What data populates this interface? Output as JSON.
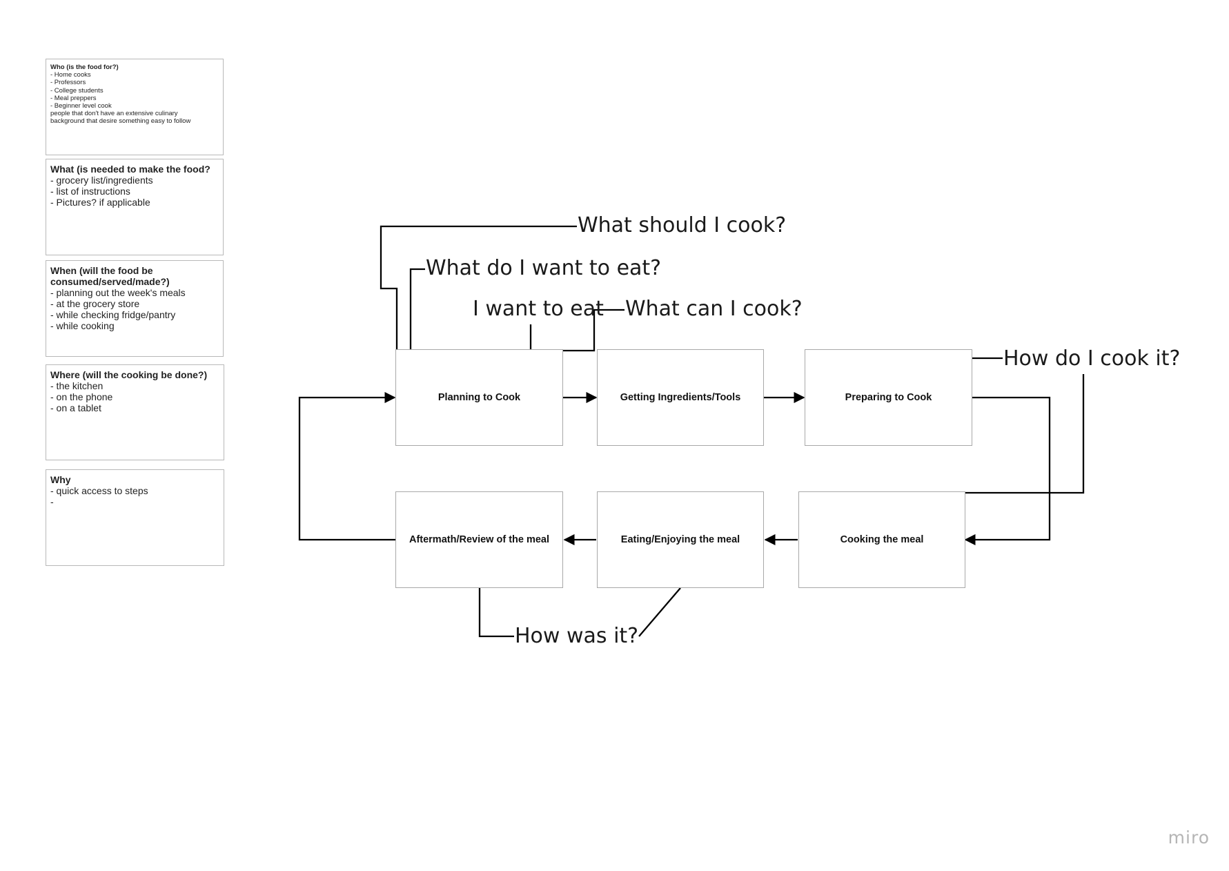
{
  "notes": {
    "who": {
      "title": "Who (is the food for?)",
      "lines": [
        "- Home cooks",
        "- Professors",
        "- College students",
        "- Meal preppers",
        "- Beginner level cook",
        "people that don't have an extensive culinary",
        "background that desire something easy to follow"
      ]
    },
    "what": {
      "title": "What (is needed to make the food?",
      "lines": [
        "- grocery list/ingredients",
        "- list of instructions",
        "- Pictures? if applicable"
      ]
    },
    "when": {
      "title": "When (will the food be consumed/served/made?)",
      "lines": [
        "- planning out the week's meals",
        "- at the grocery store",
        "- while checking fridge/pantry",
        "- while cooking"
      ]
    },
    "where": {
      "title": "Where (will the cooking be done?)",
      "lines": [
        "- the kitchen",
        "- on the phone",
        "- on a tablet"
      ]
    },
    "why": {
      "title": "Why",
      "lines": [
        "- quick access to steps",
        "-"
      ]
    }
  },
  "flow": {
    "planning": "Planning to Cook",
    "getting": "Getting Ingredients/Tools",
    "preparing": "Preparing to Cook",
    "cooking": "Cooking the meal",
    "eating": "Eating/Enjoying the meal",
    "aftermath": "Aftermath/Review of the meal"
  },
  "questions": {
    "what_should": "What should I cook?",
    "what_want": "What do I want to eat?",
    "i_want": "I want to eat",
    "what_can": "What can I cook?",
    "how_cook": "How do I cook it?",
    "how_was": "How was it?"
  },
  "brand": "miro"
}
